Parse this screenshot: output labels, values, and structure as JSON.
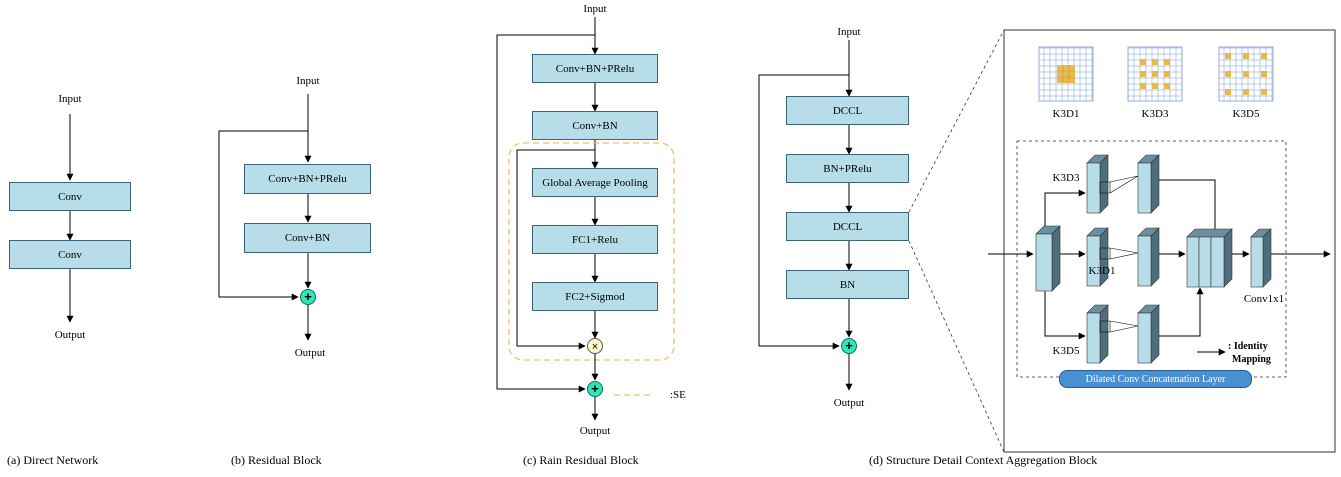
{
  "captions": {
    "a": "(a) Direct Network",
    "b": "(b) Residual Block",
    "c": "(c) Rain Residual Block",
    "d": "(d) Structure Detail Context Aggregation Block"
  },
  "direct_network": {
    "input": "Input",
    "output": "Output",
    "boxes": [
      "Conv",
      "Conv"
    ]
  },
  "residual_block": {
    "input": "Input",
    "output": "Output",
    "boxes": [
      "Conv+BN+PRelu",
      "Conv+BN"
    ]
  },
  "rain_residual_block": {
    "input": "Input",
    "output": "Output",
    "boxes": [
      "Conv+BN+PRelu",
      "Conv+BN",
      "Global Average Pooling",
      "FC1+Relu",
      "FC2+Sigmod"
    ],
    "se_legend": ":SE"
  },
  "sdcab": {
    "input": "Input",
    "output": "Output",
    "boxes": [
      "DCCL",
      "BN+PRelu",
      "DCCL",
      "BN"
    ]
  },
  "dccl_detail": {
    "kernels": [
      "K3D1",
      "K3D3",
      "K3D5"
    ],
    "branch_labels": [
      "K3D3",
      "K3D1",
      "K3D5"
    ],
    "conv1x1": "Conv1x1",
    "identity_legend_line1": ": Identity",
    "identity_legend_line2": "Mapping",
    "layer_name": "Dilated Conv Concatenation Layer"
  },
  "colors": {
    "box_fill": "#b7dde8",
    "box_border": "#3c6478",
    "add_node": "#2ee6b8",
    "mul_node": "#fff6c8",
    "se_dash": "#f0c060",
    "grid_cell": "#b4c8e8",
    "grid_active": "#e8b84a",
    "pill": "#4a90d0"
  }
}
